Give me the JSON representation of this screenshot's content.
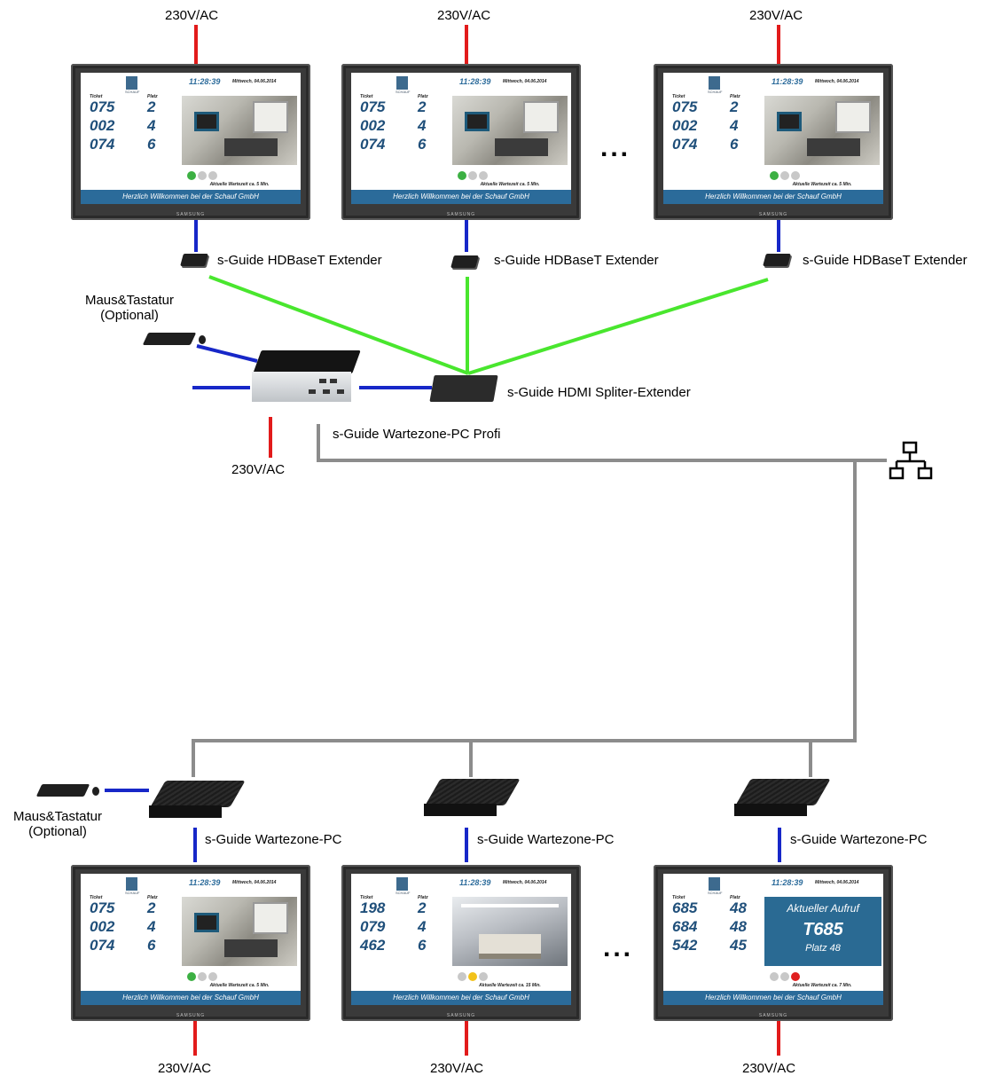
{
  "power_label": "230V/AC",
  "extender_label": "s-Guide HDBaseT Extender",
  "splitter_label": "s-Guide HDMI Spliter-Extender",
  "pc_profi_label": "s-Guide Wartezone-PC Profi",
  "pc_label": "s-Guide Wartezone-PC",
  "maus_label": "Maus&Tastatur",
  "optional_label": "(Optional)",
  "ellipsis": "...",
  "colors": {
    "power": "#e21b1b",
    "video": "#1727c8",
    "hdbaset": "#49e62e",
    "network": "#8c8c8c"
  },
  "icons": {
    "network": "network-icon"
  },
  "screen": {
    "time": "11:28:39",
    "date": "Mittwoch, 04.06.2014",
    "col_ticket": "Ticket",
    "col_platz": "Platz",
    "logo_text": "SCHAUF",
    "ticker": "Herzlich Willkommen bei der Schauf GmbH",
    "brand": "SAMSUNG"
  },
  "monitors": [
    {
      "rows": [
        [
          "075",
          "2"
        ],
        [
          "002",
          "4"
        ],
        [
          "074",
          "6"
        ]
      ],
      "wait": "Aktuelle Wartezeit ca. 5 Min.",
      "lights": [
        "green",
        "grey",
        "grey"
      ]
    },
    {
      "rows": [
        [
          "075",
          "2"
        ],
        [
          "002",
          "4"
        ],
        [
          "074",
          "6"
        ]
      ],
      "wait": "Aktuelle Wartezeit ca. 5 Min.",
      "lights": [
        "green",
        "grey",
        "grey"
      ]
    },
    {
      "rows": [
        [
          "075",
          "2"
        ],
        [
          "002",
          "4"
        ],
        [
          "074",
          "6"
        ]
      ],
      "wait": "Aktuelle Wartezeit ca. 5 Min.",
      "lights": [
        "green",
        "grey",
        "grey"
      ]
    },
    {
      "rows": [
        [
          "075",
          "2"
        ],
        [
          "002",
          "4"
        ],
        [
          "074",
          "6"
        ]
      ],
      "wait": "Aktuelle Wartezeit ca. 5 Min.",
      "lights": [
        "green",
        "grey",
        "grey"
      ]
    },
    {
      "rows": [
        [
          "198",
          "2"
        ],
        [
          "079",
          "4"
        ],
        [
          "462",
          "6"
        ]
      ],
      "wait": "Aktuelle Wartezeit ca. 15 Min.",
      "lights": [
        "grey",
        "yellow",
        "grey"
      ]
    },
    {
      "rows": [
        [
          "685",
          "48"
        ],
        [
          "684",
          "48"
        ],
        [
          "542",
          "45"
        ]
      ],
      "wait": "Aktuelle Wartezeit ca. 7 Min.",
      "lights": [
        "grey",
        "grey",
        "red"
      ],
      "callout": {
        "title": "Aktueller Aufruf",
        "number": "T685",
        "sub": "Platz 48"
      }
    }
  ]
}
